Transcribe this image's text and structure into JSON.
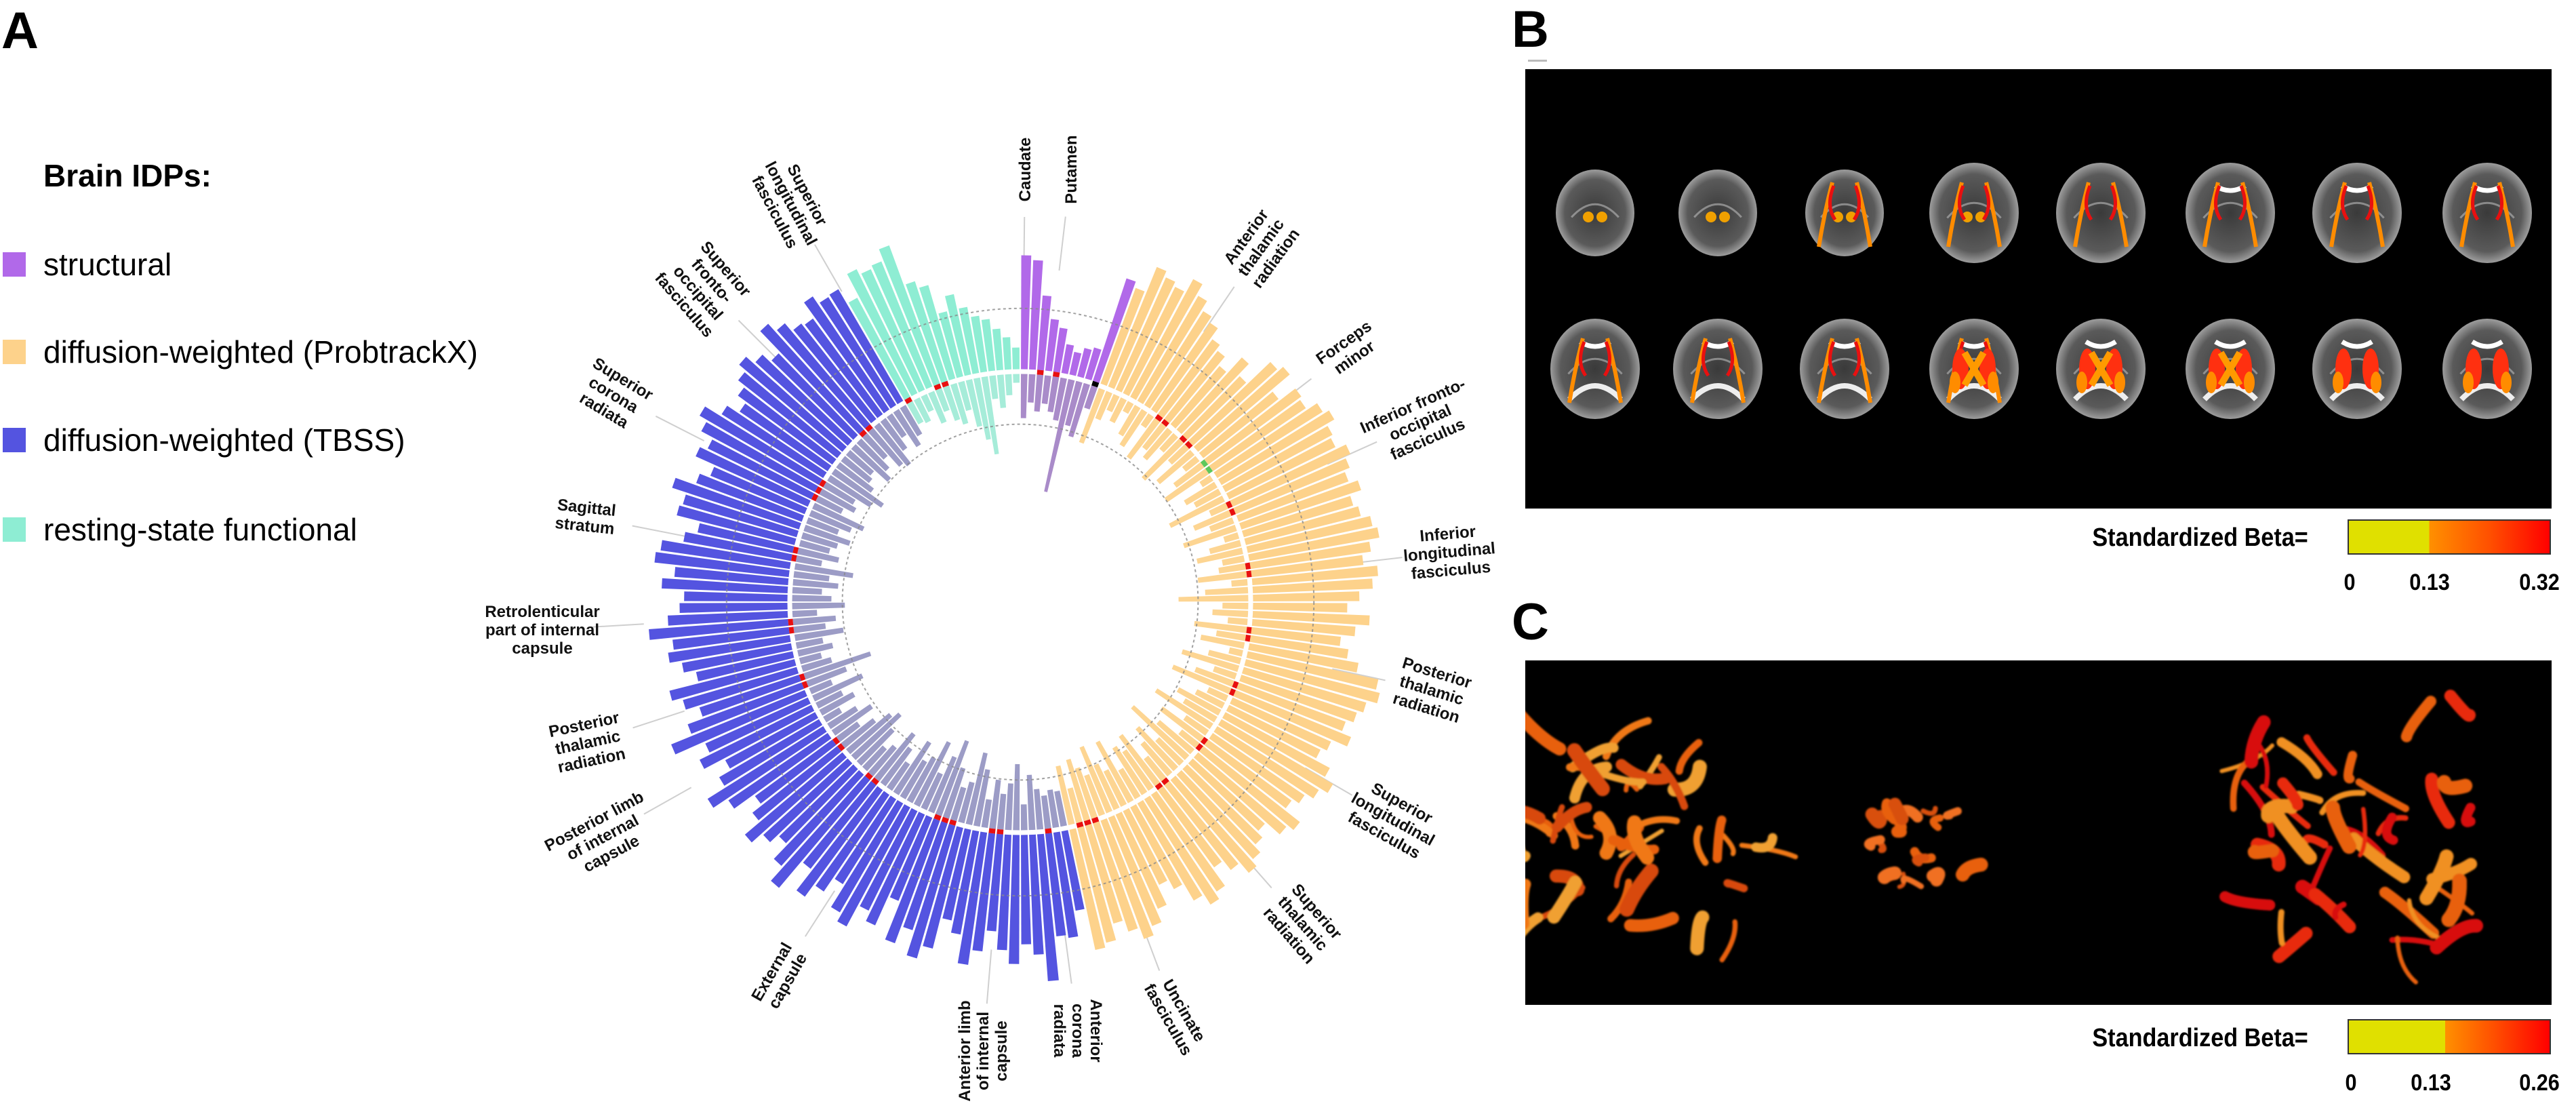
{
  "panel_labels": {
    "a": "A",
    "b": "B",
    "c": "C"
  },
  "legend": {
    "title": "Brain IDPs:",
    "items": [
      {
        "label": "structural",
        "color": "#b169e9"
      },
      {
        "label": "diffusion-weighted (ProbtrackX)",
        "color": "#fdd28b"
      },
      {
        "label": "diffusion-weighted (TBSS)",
        "color": "#5454e0"
      },
      {
        "label": "resting-state functional",
        "color": "#8eedd3"
      }
    ]
  },
  "chart_data": {
    "type": "bar",
    "subtype": "circular-bidirectional",
    "title": "",
    "outer_reference": 4,
    "inner_reference": 4.2,
    "value_range": [
      0,
      10
    ],
    "marker_colors": {
      "significant": "#e81010",
      "green": "#5cc85c",
      "black": "#000000"
    },
    "groups": [
      {
        "name": "structural",
        "color": "#b169e9",
        "inner_color": "#a98bc9",
        "outer": [
          7.6,
          7.3,
          5.0,
          3.5,
          3.0,
          2.0,
          1.6,
          2.0,
          2.2,
          7.2
        ],
        "inner": [
          3.7,
          2.4,
          3.1,
          2.4,
          3.0,
          3.6,
          9.5,
          3.8,
          4.6,
          2.0
        ],
        "marked": [
          2,
          4
        ],
        "marked_green": [],
        "marked_black": [
          9
        ]
      },
      {
        "name": "diffusion-weighted (ProbtrackX)",
        "color": "#fdd28b",
        "inner_color": "#fdd592",
        "outer": [
          6.8,
          8.6,
          8.2,
          7.9,
          8.9,
          8.1,
          7.4,
          7.0,
          6.2,
          5.8,
          5.1,
          6.5,
          5.5,
          7.6,
          8.0,
          6.4,
          7.7,
          7.5,
          8.3,
          8.7,
          8.1,
          7.9,
          8.6,
          8.2,
          7.8,
          8.4,
          7.6,
          7.9,
          8.5,
          8.8,
          8.1,
          7.5,
          8.4,
          8.0,
          7.1,
          6.3,
          7.8,
          6.9,
          6.0,
          6.6,
          7.4,
          8.9,
          9.2,
          8.5,
          8.1,
          7.6,
          8.3,
          7.2,
          6.8,
          7.9,
          8.6,
          8.0,
          7.4,
          6.9,
          8.2,
          7.7,
          6.5,
          7.0,
          7.6,
          8.1,
          7.2,
          6.4,
          7.8,
          8.3,
          7.5,
          6.2,
          5.5,
          6.9,
          7.8,
          8.4,
          7.6,
          6.8,
          7.9,
          8.2
        ],
        "inner": [
          4.8,
          2.5,
          1.5,
          2.2,
          1.0,
          2.8,
          3.5,
          1.2,
          4.0,
          2.6,
          3.2,
          1.8,
          4.5,
          2.0,
          3.8,
          1.5,
          2.9,
          4.2,
          1.1,
          3.0,
          2.4,
          5.0,
          1.6,
          3.3,
          2.1,
          4.6,
          1.3,
          2.7,
          3.9,
          1.9,
          2.3,
          4.1,
          1.4,
          3.6,
          5.8,
          2.2,
          3.0,
          1.7,
          4.4,
          2.5,
          3.7,
          1.2,
          2.8,
          4.9,
          2.0,
          3.4,
          5.2,
          1.8,
          2.6,
          4.0,
          3.1,
          5.5,
          2.3,
          4.3,
          1.9,
          3.8,
          6.2,
          2.9,
          4.7,
          3.5,
          2.4,
          5.1,
          3.9,
          4.6,
          2.8,
          5.7,
          3.3,
          4.1,
          5.9,
          3.6,
          4.4,
          5.3,
          3.0,
          5.0
        ],
        "marked": [
          8,
          9,
          12,
          13,
          22,
          23,
          30,
          31,
          38,
          39,
          45,
          46,
          53,
          54,
          60,
          61,
          70,
          71,
          72
        ],
        "marked_green": [
          16,
          17
        ],
        "marked_black": []
      },
      {
        "name": "diffusion-weighted (TBSS)",
        "color": "#5454e0",
        "inner_color": "#9c9cc6",
        "outer": [
          5.4,
          7.1,
          6.9,
          9.8,
          8.0,
          7.3,
          8.6,
          7.7,
          6.5,
          7.9,
          8.9,
          7.0,
          6.2,
          8.3,
          9.2,
          7.5,
          8.7,
          6.0,
          8.1,
          7.4,
          9.0,
          8.4,
          6.7,
          7.8,
          8.8,
          7.1,
          9.4,
          8.2,
          6.9,
          7.6,
          8.5,
          7.2,
          6.4,
          8.0,
          9.1,
          7.7,
          6.8,
          8.3,
          7.5,
          9.6,
          8.1,
          7.0,
          7.9,
          8.6,
          6.6,
          7.4,
          8.2,
          7.8,
          9.3,
          8.0,
          7.2,
          6.9,
          8.4,
          7.6,
          9.0,
          8.7,
          7.3,
          6.5,
          8.1,
          7.9,
          8.9,
          7.5,
          6.8,
          8.2,
          7.7,
          8.6,
          9.2,
          8.0,
          7.1,
          7.8,
          8.4,
          9.0,
          8.3,
          7.6,
          9.5,
          8.8,
          8.1,
          7.9,
          9.1,
          8.5,
          8.6
        ],
        "inner": [
          3.0,
          3.2,
          2.8,
          3.4,
          4.6,
          2.2,
          5.5,
          3.9,
          3.0,
          4.1,
          2.4,
          4.8,
          6.1,
          3.5,
          2.9,
          4.4,
          6.6,
          5.0,
          3.3,
          5.9,
          4.2,
          3.6,
          5.1,
          2.7,
          3.8,
          4.9,
          3.1,
          2.5,
          4.0,
          5.3,
          4.7,
          3.4,
          2.2,
          3.9,
          2.8,
          1.6,
          3.2,
          2.4,
          4.5,
          2.0,
          3.5,
          5.8,
          2.6,
          1.9,
          3.0,
          2.3,
          4.1,
          2.7,
          3.6,
          2.1,
          4.4,
          3.3,
          2.5,
          3.8,
          3.0,
          4.9,
          2.2,
          3.5,
          2.6,
          3.1,
          4.0,
          2.8,
          3.7,
          4.6,
          2.4,
          3.3,
          2.9,
          4.2,
          5.0,
          3.6,
          3.0,
          2.7,
          4.1,
          3.4,
          2.6,
          3.9,
          4.3,
          3.1,
          2.2,
          3.5,
          2.8
        ],
        "marked": [
          2,
          8,
          9,
          14,
          15,
          16,
          25,
          26,
          31,
          32,
          40,
          41,
          47,
          48,
          56,
          57,
          64,
          65,
          66,
          74,
          75
        ],
        "marked_green": [],
        "marked_black": []
      },
      {
        "name": "resting-state functional",
        "color": "#8eedd3",
        "inner_color": "#a6ecd9",
        "outer": [
          7.5,
          9.2,
          8.8,
          9.0,
          9.8,
          7.0,
          6.5,
          4.5,
          5.5,
          4.5,
          3.8,
          3.5,
          2.8,
          2.2,
          1.5
        ],
        "inner": [
          2.0,
          2.2,
          1.5,
          2.8,
          2.0,
          3.0,
          3.5,
          2.5,
          4.0,
          5.2,
          6.5,
          2.0,
          2.8,
          1.8,
          0.8
        ],
        "marked": [
          0,
          4,
          5
        ],
        "marked_green": [],
        "marked_black": []
      }
    ],
    "tract_labels": [
      {
        "lines": [
          "Superior",
          "longitudinal",
          "fasciculus"
        ]
      },
      {
        "lines": [
          "Superior",
          "fronto-",
          "occipital",
          "fasciculus"
        ]
      },
      {
        "lines": [
          "Superior",
          "corona",
          "radiata"
        ]
      },
      {
        "lines": [
          "Sagittal",
          "stratum"
        ]
      },
      {
        "lines": [
          "Retrolenticular",
          "part of internal",
          "capsule"
        ]
      },
      {
        "lines": [
          "Posterior",
          "thalamic",
          "radiation"
        ]
      },
      {
        "lines": [
          "Posterior limb",
          "of internal",
          "capsule"
        ]
      },
      {
        "lines": [
          "External",
          "capsule"
        ]
      },
      {
        "lines": [
          "Anterior limb",
          "of internal",
          "capsule"
        ]
      },
      {
        "lines": [
          "Anterior",
          "corona",
          "radiata"
        ]
      },
      {
        "lines": [
          "Uncinate",
          "fasciculus"
        ]
      },
      {
        "lines": [
          "Superior",
          "thalamic",
          "radiation"
        ]
      },
      {
        "lines": [
          "Superior",
          "longitudinal",
          "fasciculus"
        ]
      },
      {
        "lines": [
          "Posterior",
          "thalamic",
          "radiation"
        ]
      },
      {
        "lines": [
          "Inferior",
          "longitudinal",
          "fasciculus"
        ]
      },
      {
        "lines": [
          "Inferior fronto-",
          "occipital",
          "fasciculus"
        ]
      },
      {
        "lines": [
          "Forceps",
          "minor"
        ]
      },
      {
        "lines": [
          "Anterior",
          "thalamic",
          "radiation"
        ]
      },
      {
        "lines": [
          "Caudate"
        ]
      },
      {
        "lines": [
          "Putamen"
        ]
      }
    ]
  },
  "panel_b": {
    "colorbar": {
      "label": "Standardized Beta=",
      "ticks": [
        "0",
        "0.13",
        "0.32"
      ],
      "colors": [
        "#e0e000",
        "#ff8c00",
        "#ff0000"
      ]
    }
  },
  "panel_c": {
    "colorbar": {
      "label": "Standardized Beta=",
      "ticks": [
        "0",
        "0.13",
        "0.26"
      ],
      "colors": [
        "#e0e000",
        "#ff8c00",
        "#ff0000"
      ]
    }
  }
}
